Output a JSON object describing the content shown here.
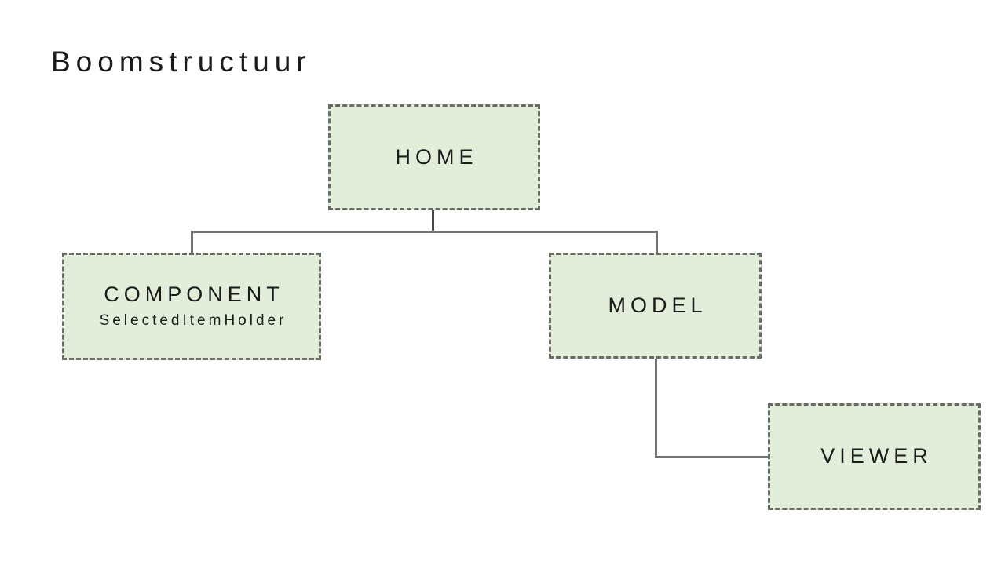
{
  "title": "Boomstructuur",
  "diagram": {
    "nodes": {
      "home": {
        "label": "HOME"
      },
      "component": {
        "label": "COMPONENT",
        "sublabel": "SelectedItemHolder"
      },
      "model": {
        "label": "MODEL"
      },
      "viewer": {
        "label": "VIEWER"
      }
    },
    "edges": [
      {
        "from": "HOME",
        "to": "COMPONENT"
      },
      {
        "from": "HOME",
        "to": "MODEL"
      },
      {
        "from": "MODEL",
        "to": "VIEWER"
      }
    ]
  },
  "colors": {
    "background": "#ffffff",
    "node_fill": "#e2eed9",
    "node_border": "#686c62",
    "connector": "#737373",
    "connector_dark": "#474747",
    "text": "#1b1b1b"
  }
}
